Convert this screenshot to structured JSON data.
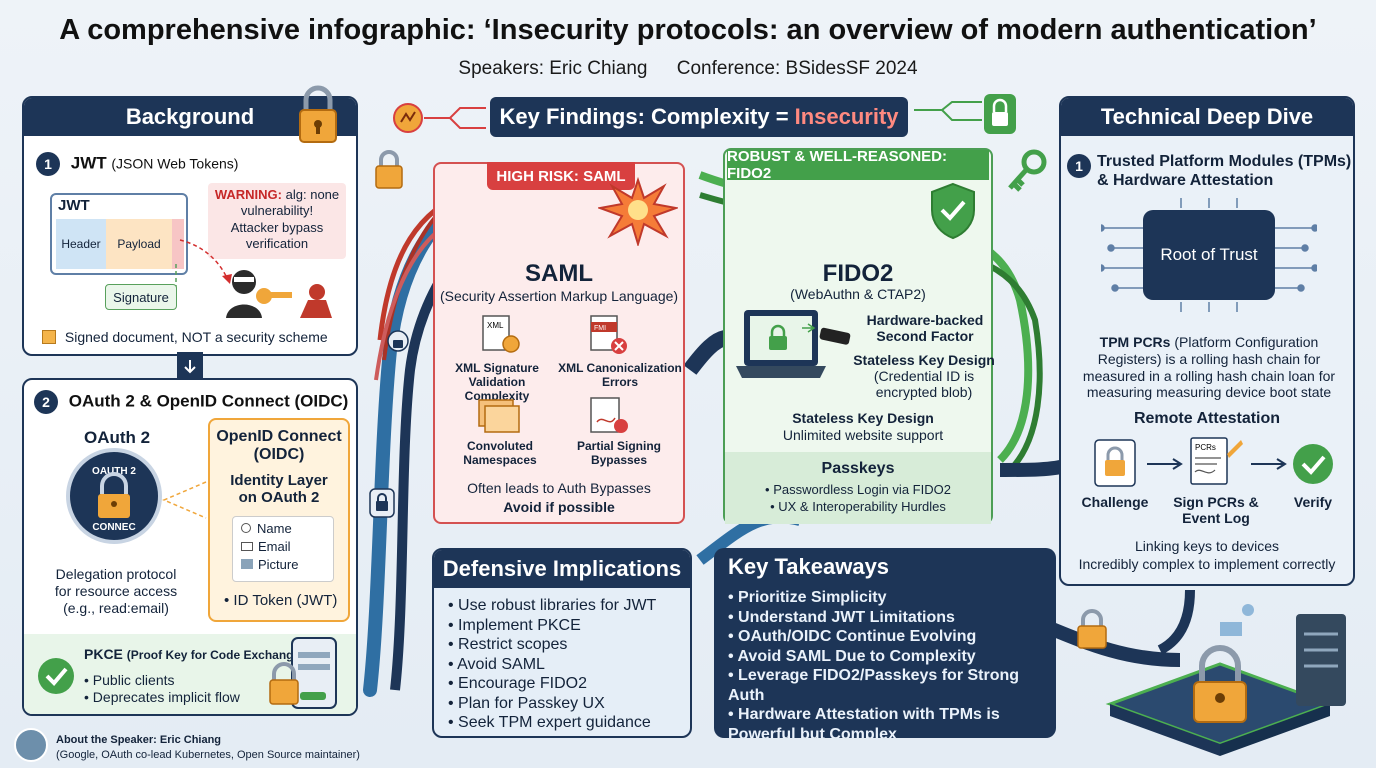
{
  "header": {
    "title": "A comprehensive infographic: ‘Insecurity protocols: an overview of modern authentication’",
    "speakers": "Speakers: Eric Chiang",
    "conference": "Conference: BSidesSF 2024"
  },
  "background": {
    "heading": "Background",
    "jwt": {
      "number": "1",
      "title": "JWT",
      "title_sub": "(JSON Web Tokens)",
      "box_label": "JWT",
      "header_label": "Header",
      "payload_label": "Payload",
      "signature_label": "Signature",
      "warning_prefix": "WARNING:",
      "warning_rest": "alg: none vulnerability!",
      "warning_detail": "Attacker bypass verification",
      "note": "Signed document, NOT a security scheme"
    },
    "oauth": {
      "number": "2",
      "title": "OAuth 2 & OpenID Connect (OIDC)",
      "oauth_label": "OAuth 2",
      "badge_top": "OAUTH 2",
      "badge_bottom": "CONNEC",
      "delegation": "Delegation protocol for resource access (e.g., read:email)",
      "oidc_title": "OpenID Connect (OIDC)",
      "oidc_layer": "Identity Layer on OAuth 2",
      "claims": [
        "Name",
        "Email",
        "Picture"
      ],
      "id_token": "• ID Token (JWT)",
      "pkce_title": "PKCE",
      "pkce_sub": "(Proof Key for Code Exchange)",
      "pkce_points": [
        "Public clients",
        "Deprecates implicit flow"
      ]
    }
  },
  "findings": {
    "label": "Key Findings: Complexity =",
    "highlight": "Insecurity"
  },
  "saml": {
    "tag": "HIGH RISK: SAML",
    "title": "SAML",
    "subtitle": "(Security Assertion Markup Language)",
    "items": [
      "XML Signature Validation Complexity",
      "XML Canonicalization Errors",
      "Convoluted Namespaces",
      "Partial Signing Bypasses"
    ],
    "icon_text_xml": "XML",
    "icon_text_fml": "FMI",
    "footer1": "Often leads to Auth Bypasses",
    "footer2": "Avoid if possible"
  },
  "fido": {
    "tag": "ROBUST & WELL-REASONED: FIDO2",
    "title": "FIDO2",
    "subtitle": "(WebAuthn & CTAP2)",
    "hw_factor": "Hardware-backed Second Factor",
    "stateless1": "Stateless Key Design",
    "stateless1_detail": "(Credential ID is encrypted blob)",
    "stateless2": "Stateless Key Design",
    "unlimited": "Unlimited website support",
    "passkeys_title": "Passkeys",
    "passkeys_points": [
      "Passwordless Login via FIDO2",
      "UX & Interoperability Hurdles"
    ]
  },
  "defensive": {
    "heading": "Defensive Implications",
    "items": [
      "Use robust libraries for JWT",
      "Implement PKCE",
      "Restrict scopes",
      "Avoid SAML",
      "Encourage FIDO2",
      "Plan for Passkey UX",
      "Seek TPM expert guidance"
    ]
  },
  "takeaways": {
    "heading": "Key Takeaways",
    "items": [
      "Prioritize Simplicity",
      "Understand JWT Limitations",
      "OAuth/OIDC Continue Evolving",
      "Avoid SAML Due to Complexity",
      "Leverage FIDO2/Passkeys for Strong Auth",
      "Hardware Attestation with TPMs is Powerful but Complex"
    ]
  },
  "deep_dive": {
    "heading": "Technical Deep Dive",
    "number": "1",
    "tpm_title": "Trusted Platform Modules (TPMs) & Hardware Attestation",
    "chip_label": "Root of Trust",
    "pcr_bold": "TPM PCRs",
    "pcr_text": "(Platform Configuration Registers) is a rolling hash chain for measured in a rolling hash chain loan for measuring measuring device boot state",
    "remote_title": "Remote Attestation",
    "steps": [
      "Challenge",
      "Sign PCRs & Event Log",
      "Verify"
    ],
    "pcrs_doc_label": "PCRs",
    "footer1": "Linking keys to devices",
    "footer2": "Incredibly complex to implement correctly"
  },
  "about": {
    "line1": "About the Speaker: Eric Chiang",
    "line2": "(Google, OAuth co-lead Kubernetes, Open Source maintainer)"
  },
  "colors": {
    "navy": "#1d3557",
    "risk_red": "#d84040",
    "robust_green": "#43a04a",
    "accent_orange": "#f0a63a"
  }
}
